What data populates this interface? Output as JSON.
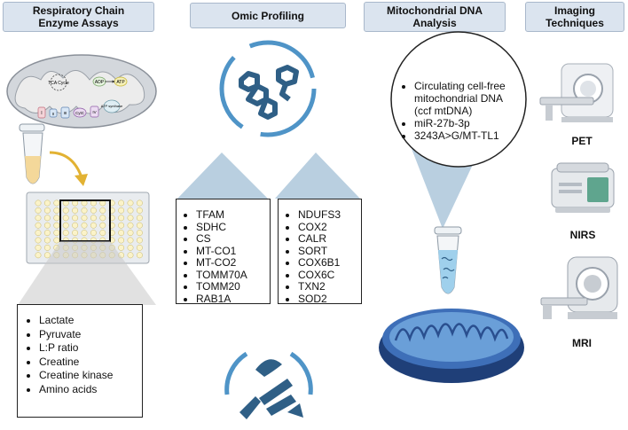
{
  "headers": {
    "enzyme_line1": "Respiratory Chain",
    "enzyme_line2": "Enzyme Assays",
    "omic": "Omic Profiling",
    "mtdna_line1": "Mitochondrial DNA",
    "mtdna_line2": "Analysis",
    "imaging_line1": "Imaging",
    "imaging_line2": "Techniques"
  },
  "enzyme_list": [
    "Lactate",
    "Pyruvate",
    "L:P ratio",
    "Creatine",
    "Creatine kinase",
    "Amino acids"
  ],
  "omic_list_left": [
    "TFAM",
    "SDHC",
    "CS",
    "MT-CO1",
    "MT-CO2",
    "TOMM70A",
    "TOMM20",
    "RAB1A"
  ],
  "omic_list_right": [
    "NDUFS3",
    "COX2",
    "CALR",
    "SORT",
    "COX6B1",
    "COX6C",
    "TXN2",
    "SOD2"
  ],
  "mtdna_list": [
    "Circulating cell-free mitochondrial DNA (ccf mtDNA)",
    "miR-27b-3p",
    "3243A>G/MT-TL1"
  ],
  "imaging": {
    "pet": "PET",
    "nirs": "NIRS",
    "mri": "MRI"
  },
  "mito_labels": {
    "tca": "TCA Cycle",
    "adp": "ADP",
    "atp": "ATP",
    "synthase": "ATP synthase",
    "c1": "I",
    "c2": "II",
    "c3": "III",
    "cytc": "CytC",
    "c4": "IV"
  },
  "colors": {
    "header_bg": "#dbe4ef",
    "accent": "#2f5f86",
    "triangle": "#b9cfe0",
    "arrow": "#e2b233"
  }
}
